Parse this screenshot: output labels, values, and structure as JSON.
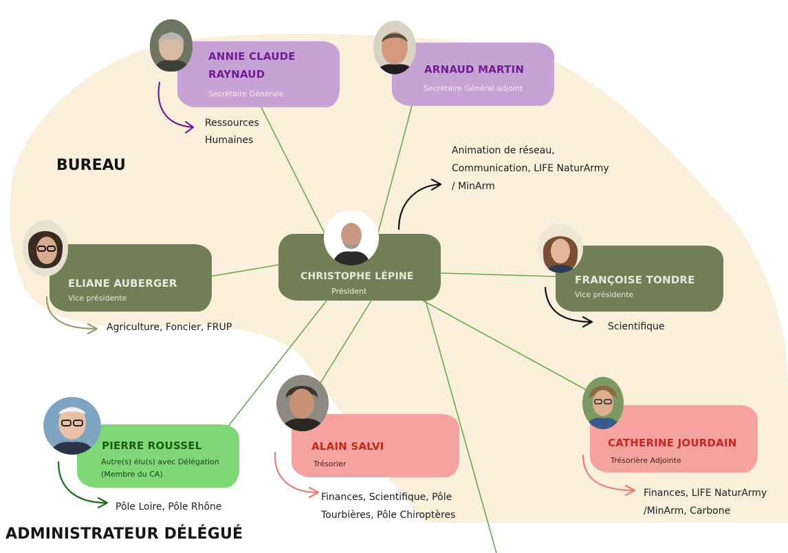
{
  "headings": {
    "bureau": "BUREAU",
    "administrateur": "ADMINISTRATEUR DÉLÉGUÉ"
  },
  "people": {
    "annie": {
      "name_line1": "ANNIE CLAUDE",
      "name_line2": "RAYNAUD",
      "role": "Secrétaire Générale",
      "card_color": "#c7a2d4",
      "name_color": "#6f1d93",
      "role_color": "#f3e8f7"
    },
    "arnaud": {
      "name": "ARNAUD MARTIN",
      "role": "Secrétaire Général adjoint",
      "card_color": "#c7a2d4",
      "name_color": "#6f1d93",
      "role_color": "#f3e8f7"
    },
    "christophe": {
      "name": "CHRISTOPHE LÉPINE",
      "role": "Président",
      "card_color": "#727f56",
      "name_color": "#e6e8dc",
      "role_color": "#eef0e6"
    },
    "eliane": {
      "name": "ELIANE AUBERGER",
      "role": "Vice présidente",
      "card_color": "#727f56",
      "name_color": "#e6e8dc",
      "role_color": "#e6e8dc"
    },
    "francoise": {
      "name": "FRANÇOISE TONDRE",
      "role": "Vice présidente",
      "card_color": "#727f56",
      "name_color": "#e6e8dc",
      "role_color": "#e6e8dc"
    },
    "pierre": {
      "name": "PIERRE ROUSSEL",
      "role_line1": "Autre(s) élu(s) avec Délégation",
      "role_line2": "(Membre du CA)",
      "card_color": "#80d777",
      "name_color": "#1a5a14",
      "role_color": "#1e3b1a"
    },
    "alain": {
      "name": "ALAIN SALVI",
      "role": "Trésorier",
      "card_color": "#f5a3a0",
      "name_color": "#c4271f",
      "role_color": "#4a2220"
    },
    "catherine": {
      "name": "CATHERINE JOURDAIN",
      "role": "Trésorière Adjointe",
      "card_color": "#f5a3a0",
      "name_color": "#c4271f",
      "role_color": "#4a2220"
    }
  },
  "notes": {
    "annie": [
      "Ressources",
      "Humaines"
    ],
    "christophe": [
      "Animation de réseau,",
      "Communication, LIFE NaturArmy",
      "/ MinArm"
    ],
    "eliane": [
      "Agriculture, Foncier, FRUP"
    ],
    "francoise": [
      "Scientifique"
    ],
    "pierre": [
      "Pôle Loire, Pôle Rhône"
    ],
    "alain": [
      "Finances, Scientifique, Pôle",
      "Tourbières, Pôle Chiroptères"
    ],
    "catherine": [
      "Finances, LIFE NaturArmy",
      "/MinArm, Carbone"
    ]
  },
  "colors": {
    "background_blob": "#f9efda",
    "connector": "#6aa84f",
    "arrow_purple": "#6b1d8f",
    "arrow_black": "#111111",
    "arrow_olive": "#8aa06a",
    "arrow_green": "#1e6b1e",
    "arrow_salmon": "#ef7a70"
  },
  "icons": {
    "avatar": "person-photo",
    "arrow": "curved-arrow"
  }
}
